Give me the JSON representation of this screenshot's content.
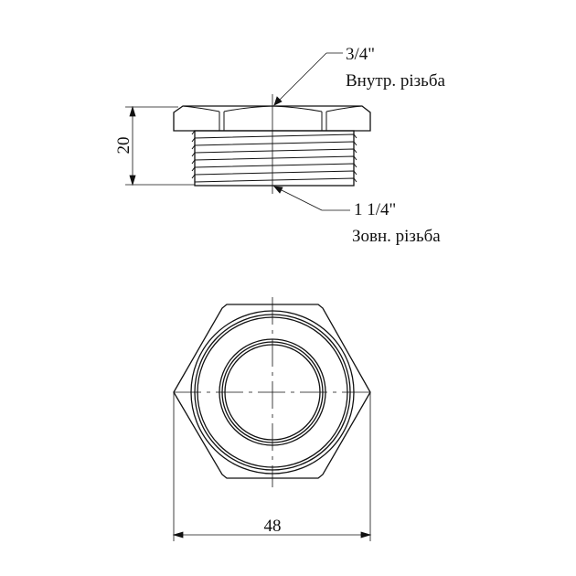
{
  "dimensions": {
    "height": "20",
    "width": "48"
  },
  "callouts": {
    "inner_size": "3/4\"",
    "inner_label": "Внутр. різьба",
    "outer_size": "1 1/4\"",
    "outer_label": "Зовн. різьба"
  },
  "colors": {
    "line": "#111111",
    "background": "#ffffff"
  }
}
